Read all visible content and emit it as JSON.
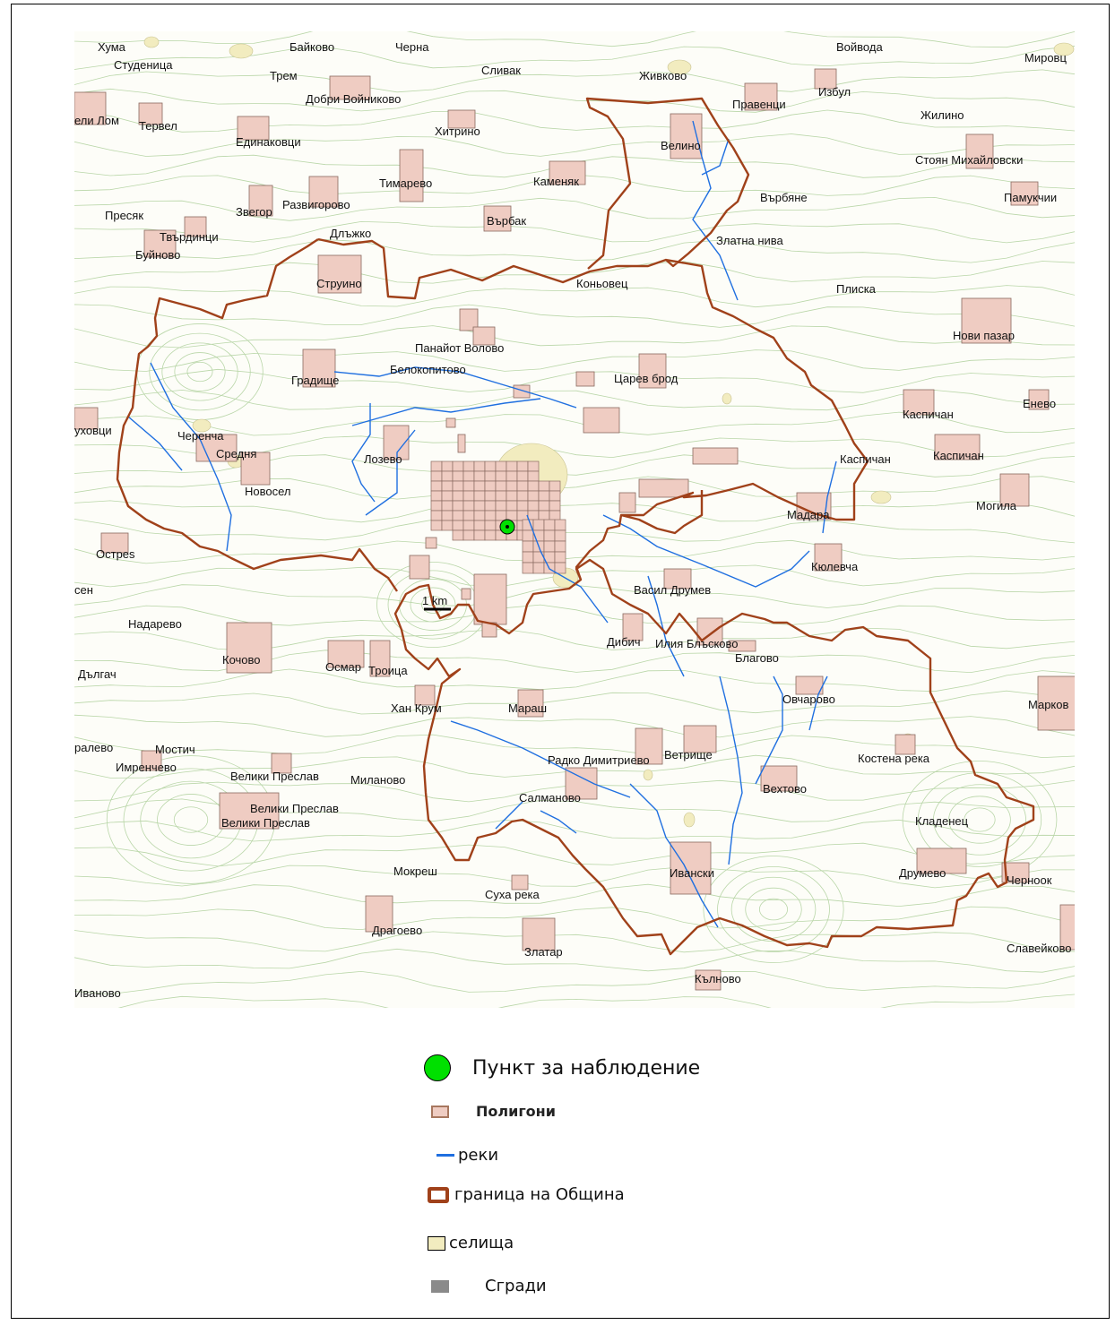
{
  "colors": {
    "boundary": "#a0411a",
    "river": "#1f6fe0",
    "polygon_fill": "#efccc2",
    "polygon_stroke": "#8a6a60",
    "settlement_fill": "#f2ecbf",
    "contour": "#b9d6a8",
    "point": "#00e000",
    "building": "#8a8a8a"
  },
  "scale_bar": {
    "label": "1 km"
  },
  "place_labels": [
    "Хума",
    "Студеница",
    "Байково",
    "Черна",
    "Войвода",
    "Мировц",
    "Трем",
    "Сливак",
    "Живково",
    "Добри Войниково",
    "Правенци",
    "Избул",
    "ели Лом",
    "Тервел",
    "Хитрино",
    "Велино",
    "Жилино",
    "Единаковци",
    "Стоян Михайловски",
    "Тимарево",
    "Каменяк",
    "Пресяк",
    "Звегор",
    "Развигорово",
    "Върбяне",
    "Памукчии",
    "Върбак",
    "Твърдинци",
    "Длъжко",
    "Златна нива",
    "Буйново",
    "Струино",
    "Коньовец",
    "Плиска",
    "Нови пазар",
    "Панайот Волово",
    "Белокопитово",
    "Градище",
    "Царев брод",
    "Енево",
    "Каспичан",
    "уховци",
    "Черенча",
    "Средня",
    "Лозево",
    "Каспичан",
    "Каспичан",
    "Новосел",
    "Могила",
    "Мадара",
    "Остреѕ",
    "Кюлевча",
    "сен",
    "Васил Друмев",
    "1 km",
    "Надарево",
    "Дибич",
    "Илия Блъсково",
    "Кочово",
    "Осмар",
    "Троица",
    "Благово",
    "Дългач",
    "Овчарово",
    "Хан Крум",
    "Мараш",
    "Марков",
    "ралево",
    "Мостич",
    "Радко Димитриево",
    "Ветрище",
    "Костена река",
    "Имренчево",
    "Велики Преслав",
    "Миланово",
    "Вехтово",
    "Салманово",
    "Велики Преслав",
    "Велики Преслав",
    "Кладенец",
    "Мокреш",
    "Ивански",
    "Друмево",
    "Черноок",
    "Суха река",
    "Драгоево",
    "Славейково",
    "Златар",
    "Кълново",
    "Иваново"
  ],
  "legend": {
    "observation_point": "Пункт за наблюдение",
    "polygons": "Полигони",
    "rivers": "реки",
    "boundary": "граница на Община",
    "settlements": "селища",
    "buildings": "Сгради"
  }
}
